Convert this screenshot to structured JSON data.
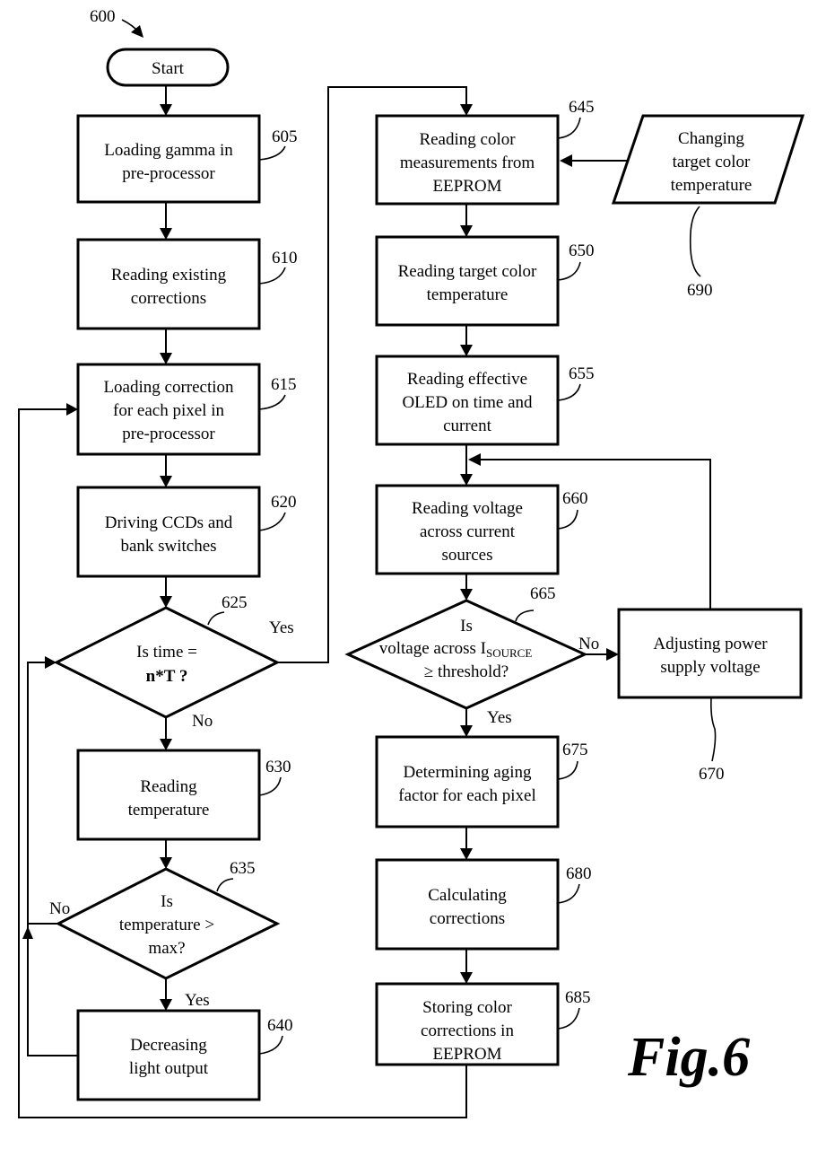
{
  "figure": {
    "number_ref": "600",
    "caption": "Fig.6"
  },
  "nodes": {
    "start": {
      "label": "Start"
    },
    "n605": {
      "ref": "605",
      "lines": [
        "Loading gamma in",
        "pre-processor"
      ]
    },
    "n610": {
      "ref": "610",
      "lines": [
        "Reading existing",
        "corrections"
      ]
    },
    "n615": {
      "ref": "615",
      "lines": [
        "Loading correction",
        "for each pixel in",
        "pre-processor"
      ]
    },
    "n620": {
      "ref": "620",
      "lines": [
        "Driving CCDs and",
        "bank switches"
      ]
    },
    "n625": {
      "ref": "625",
      "lines": [
        "Is time =",
        "n*T ?"
      ],
      "yes": "Yes",
      "no": "No"
    },
    "n630": {
      "ref": "630",
      "lines": [
        "Reading",
        "temperature"
      ]
    },
    "n635": {
      "ref": "635",
      "lines": [
        "Is",
        "temperature >",
        "max?"
      ],
      "yes": "Yes",
      "no": "No"
    },
    "n640": {
      "ref": "640",
      "lines": [
        "Decreasing",
        "light output"
      ]
    },
    "n645": {
      "ref": "645",
      "lines": [
        "Reading color",
        "measurements from",
        "EEPROM"
      ]
    },
    "n650": {
      "ref": "650",
      "lines": [
        "Reading target color",
        "temperature"
      ]
    },
    "n655": {
      "ref": "655",
      "lines": [
        "Reading effective",
        "OLED on time and",
        "current"
      ]
    },
    "n660": {
      "ref": "660",
      "lines": [
        "Reading voltage",
        "across current",
        "sources"
      ]
    },
    "n665": {
      "ref": "665",
      "line1": "Is",
      "line2_main": "voltage across I",
      "line2_sub": "SOURCE",
      "line3": "≥ threshold?",
      "yes": "Yes",
      "no": "No"
    },
    "n670": {
      "ref": "670",
      "lines": [
        "Adjusting power",
        "supply voltage"
      ]
    },
    "n675": {
      "ref": "675",
      "lines": [
        "Determining aging",
        "factor for each pixel"
      ]
    },
    "n680": {
      "ref": "680",
      "lines": [
        "Calculating",
        "corrections"
      ]
    },
    "n685": {
      "ref": "685",
      "lines": [
        "Storing color",
        "corrections in",
        "EEPROM"
      ]
    },
    "n690": {
      "ref": "690",
      "lines": [
        "Changing",
        "target color",
        "temperature"
      ]
    }
  }
}
